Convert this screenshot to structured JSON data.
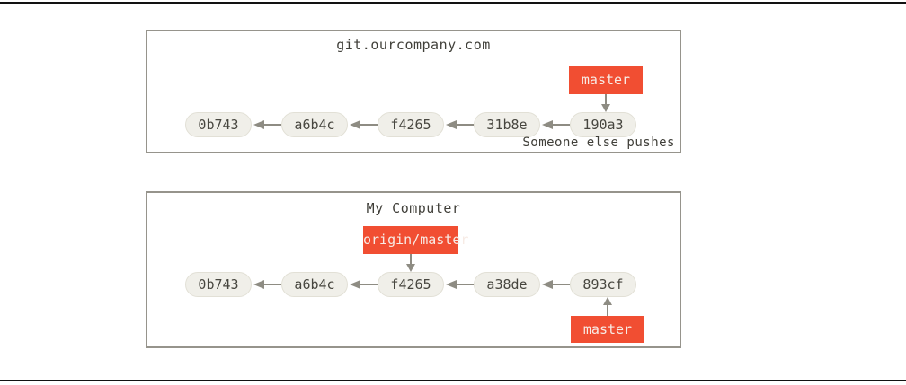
{
  "diagram": {
    "panels": [
      {
        "title": "git.ourcompany.com",
        "commits": [
          "0b743",
          "a6b4c",
          "f4265",
          "31b8e",
          "190a3"
        ],
        "labels": [
          {
            "text": "master",
            "attached_to": "190a3",
            "position": "above"
          }
        ],
        "note": "Someone else pushes"
      },
      {
        "title": "My Computer",
        "commits": [
          "0b743",
          "a6b4c",
          "f4265",
          "a38de",
          "893cf"
        ],
        "labels": [
          {
            "text": "origin/master",
            "attached_to": "f4265",
            "position": "above"
          },
          {
            "text": "master",
            "attached_to": "893cf",
            "position": "below"
          }
        ]
      }
    ],
    "colors": {
      "branch_label_bg": "#f14e32",
      "branch_label_text": "#f7ebe5",
      "commit_node_bg": "#f0efe9",
      "commit_node_border": "#e2e0d6",
      "commit_node_text": "#47463f",
      "arrow": "#8e8c83",
      "panel_border": "#96948c",
      "rule": "#121212"
    }
  }
}
